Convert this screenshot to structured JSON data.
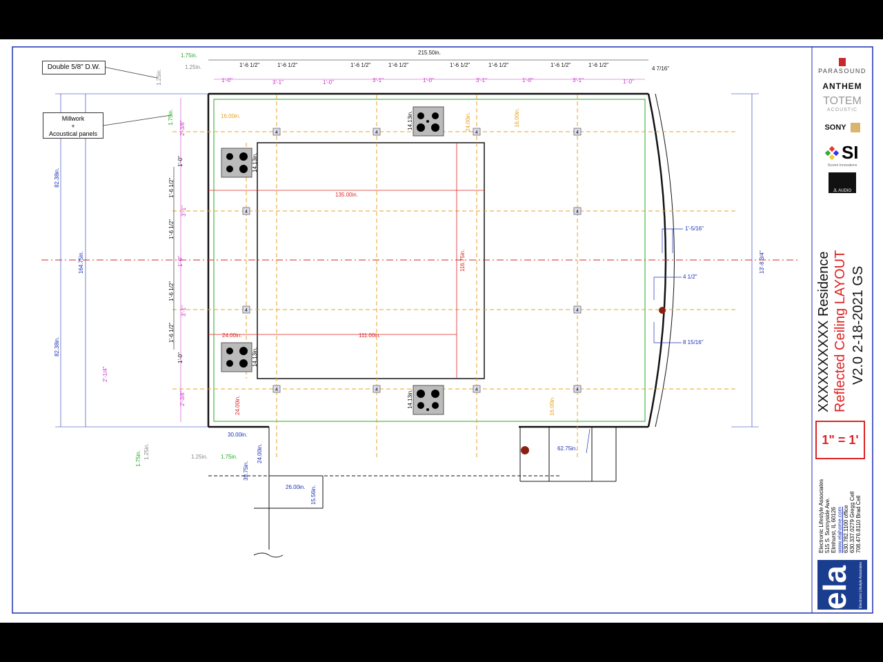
{
  "callouts": {
    "drywall": "Double 5/8\" D.W.",
    "millwork_1": "Millwork",
    "millwork_2": "+",
    "millwork_3": "Acoustical panels"
  },
  "dimensions": {
    "overall_width": "215.50in.",
    "right_offset": "4 7/16\"",
    "top_green_a": "1.75in.",
    "top_gray_a": "1.25in.",
    "top_green_b": "1.75in.",
    "top_gray_b": "1.25in.",
    "spacing_a": "1'-6 1/2\"",
    "bay_a": "3'-1\"",
    "spacer_a": "1'-0\"",
    "left_82a": "82.38in.",
    "left_82b": "82.38in.",
    "left_164": "164.75in.",
    "right_13": "13'-8 3/4\"",
    "left_238": "2'-3/8\"",
    "left_10": "1'-0\"",
    "left_614": "2'-1/4\"",
    "orange_16": "16.00in.",
    "orange_24": "24.00in.",
    "red_135": "135.00in.",
    "red_111": "111.00in.",
    "red_24": "24.00in.",
    "red_11675": "116.75in.",
    "speaker_1413": "14.13in.",
    "blue_30": "30.00in.",
    "blue_24": "24.00in.",
    "blue_3975": "39.75in.",
    "blue_26": "26.00in.",
    "blue_1556": "15.56in.",
    "blue_6275": "62.75in.",
    "blue_1516": "1'-5/16\"",
    "blue_412": "4 1/2\"",
    "blue_815": "8 15/16\"",
    "bot_green_a": "1.75in.",
    "bot_gray_a": "1.25in.",
    "bot_gray_b": "1.25in.",
    "bot_green_b": "1.75in."
  },
  "light_tag": "4",
  "brands": {
    "parasound": "PARASOUND",
    "anthem": "ANTHEM",
    "totem": "TOTEM",
    "totem_sub": "ACOUSTIC",
    "sony": "SONY",
    "si": "SI",
    "si_sub": "Screen Innovations",
    "jl": "JL AUDIO"
  },
  "title": {
    "line1": "XXXXXXXXXX Residence",
    "line2": "Reflected Ceiling LAYOUT",
    "line3": "V2.0 2-18-2021 GS"
  },
  "scale": "1\" = 1'",
  "company": {
    "name": "Electronic Lifestyle Associates",
    "addr1": "515 S. Sunnyside Ave.",
    "addr2": "Elmhurst, IL 60126",
    "web": "www.elahome.com",
    "ph1": "630.782.1100 office",
    "ph2": "630.337.0279 Gregg Cell",
    "ph3": "708.476.8110 Brad Cell",
    "logo": "ela",
    "logo_sub": "Electronic Lifestyle Associates"
  },
  "colors": {
    "dim_black": "#111111",
    "dim_magenta": "#cc33cc",
    "dim_orange": "#e8a020",
    "dim_red": "#dd2222",
    "dim_blue": "#1a2fb0",
    "dim_green": "#22aa22",
    "dim_gray": "#888888",
    "brand_red": "#c8282d",
    "ela_blue": "#1b3d8f"
  }
}
